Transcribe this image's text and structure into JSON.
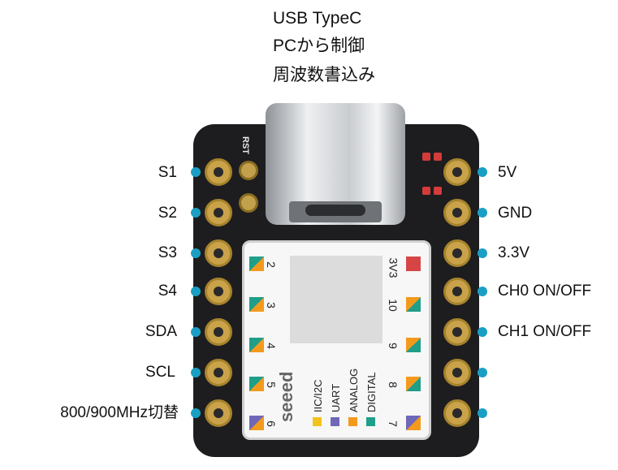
{
  "usb": {
    "line1": "USB TypeC",
    "line2": "PCから制御",
    "line3": "周波数書込み"
  },
  "left_pins": [
    {
      "label": "S1"
    },
    {
      "label": "S2"
    },
    {
      "label": "S3"
    },
    {
      "label": "S4"
    },
    {
      "label": "SDA"
    },
    {
      "label": "SCL"
    },
    {
      "label": "800/900MHz切替"
    }
  ],
  "right_pins": [
    {
      "label": "5V"
    },
    {
      "label": "GND"
    },
    {
      "label": "3.3V"
    },
    {
      "label": "CH0 ON/OFF"
    },
    {
      "label": "CH1 ON/OFF"
    },
    {
      "label": ""
    },
    {
      "label": ""
    }
  ],
  "board": {
    "rst": "RST",
    "brand": "seeed",
    "left_pin_numbers": [
      "2",
      "3",
      "4",
      "5",
      "6"
    ],
    "right_pin_numbers": [
      "3V3",
      "10",
      "9",
      "8",
      "7"
    ],
    "legend": [
      "IIC/I2C",
      "UART",
      "ANALOG",
      "DIGITAL"
    ]
  },
  "colors": {
    "pin_dot": "#1a9fc4",
    "board": "#1d1d1f",
    "pad": "#c9a24a",
    "legend_iic": "#f3c21d",
    "legend_uart": "#6f68b8",
    "legend_analog": "#f39a1d",
    "legend_digital": "#1f9e8a"
  }
}
